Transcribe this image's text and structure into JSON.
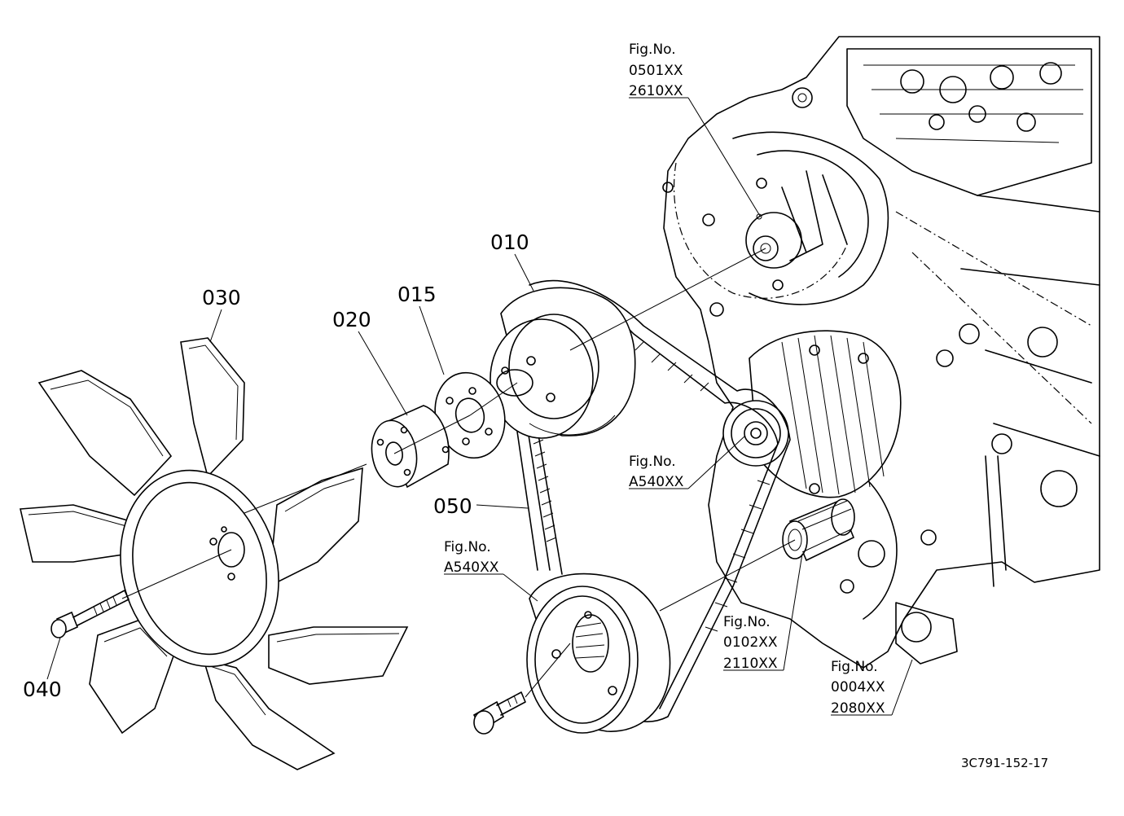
{
  "diagram": {
    "part_numbers": {
      "p010": "010",
      "p015": "015",
      "p020": "020",
      "p030": "030",
      "p040": "040",
      "p050": "050"
    },
    "figure_references": {
      "water_pump": {
        "fig": "Fig.No.",
        "lines": [
          "0501XX",
          "2610XX"
        ]
      },
      "alternator": {
        "fig": "Fig.No.",
        "lines": [
          "A540XX"
        ]
      },
      "crank_pulley": {
        "fig": "Fig.No.",
        "lines": [
          "A540XX"
        ]
      },
      "crankshaft": {
        "fig": "Fig.No.",
        "lines": [
          "0102XX",
          "2110XX"
        ]
      },
      "engine_block": {
        "fig": "Fig.No.",
        "lines": [
          "0004XX",
          "2080XX"
        ]
      }
    },
    "drawing_code": "3C791-152-17"
  }
}
